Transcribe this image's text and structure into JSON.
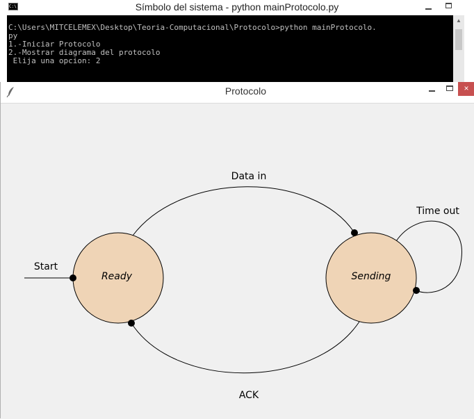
{
  "cmd_window": {
    "title": "Símbolo del sistema - python  mainProtocolo.py",
    "icon": "C:\\",
    "console_lines": [
      "C:\\Users\\MITCELEMEX\\Desktop\\Teoria-Computacional\\Protocolo>python mainProtocolo.",
      "py",
      "1.-Iniciar Protocolo",
      "2.-Mostrar diagrama del protocolo",
      " Elija una opcion: 2"
    ]
  },
  "tk_window": {
    "title": "Protocolo",
    "close_glyph": "×"
  },
  "diagram": {
    "states": {
      "ready": "Ready",
      "sending": "Sending"
    },
    "labels": {
      "start": "Start",
      "data_in": "Data in",
      "ack": "ACK",
      "time_out": "Time out"
    },
    "colors": {
      "state_fill": "#efd4b6",
      "edge": "#000000",
      "background": "#f0f0f0"
    }
  }
}
